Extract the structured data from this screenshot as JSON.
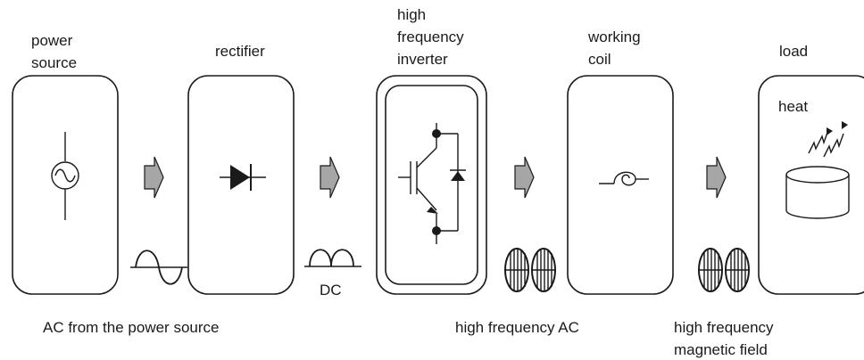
{
  "blocks": [
    {
      "id": "power-source",
      "label_lines": [
        "power",
        "source"
      ],
      "icon": "ac-source-icon"
    },
    {
      "id": "rectifier",
      "label_lines": [
        "rectifier"
      ],
      "icon": "diode-icon"
    },
    {
      "id": "inverter",
      "label_lines": [
        "high",
        "frequency",
        "inverter"
      ],
      "icon": "transistor-diode-icon"
    },
    {
      "id": "working-coil",
      "label_lines": [
        "working",
        "coil"
      ],
      "icon": "coil-icon"
    },
    {
      "id": "load",
      "label_lines": [
        "load"
      ],
      "icon": "pot-icon"
    }
  ],
  "load_inner_label": "heat",
  "signal_labels": {
    "dc": "DC",
    "ac_source": "AC from the power source",
    "hf_ac": "high frequency AC",
    "hf_field_line1": "high frequency",
    "hf_field_line2": "magnetic field"
  },
  "colors": {
    "stroke": "#1a1a1a",
    "arrow_fill": "#a6a6a6",
    "background": "#ffffff"
  }
}
